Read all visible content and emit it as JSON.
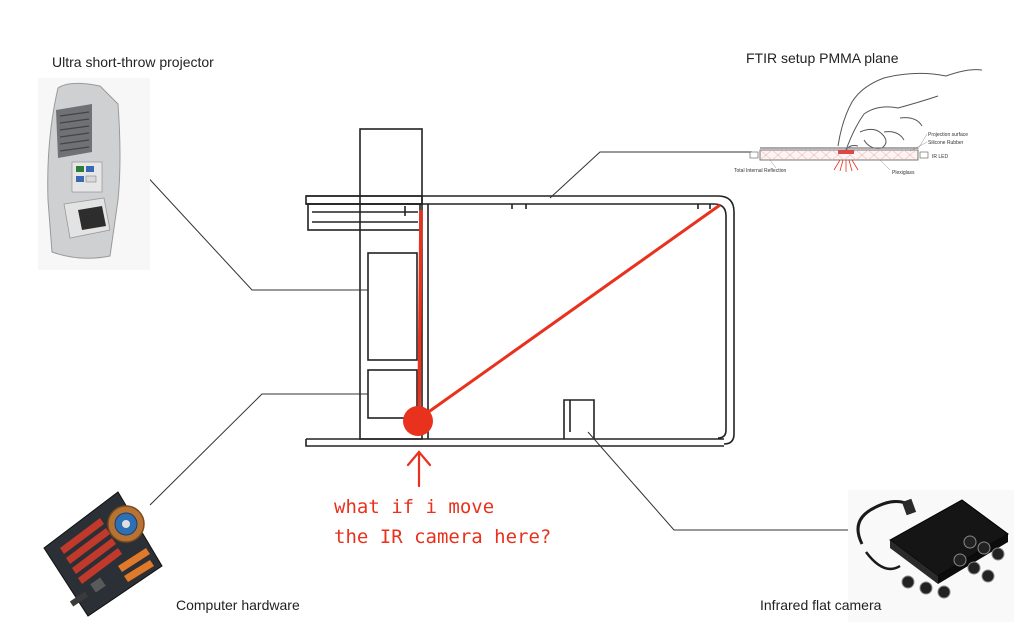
{
  "labels": {
    "projector": "Ultra short-throw projector",
    "ftir": "FTIR setup PMMA plane",
    "computer": "Computer hardware",
    "camera": "Infrared flat camera"
  },
  "annotation": {
    "line1": "what if i move",
    "line2": "the IR camera here?"
  },
  "ftir_detail": {
    "projection_surface": "Projection surface",
    "silicone_rubber": "Silicone Rubber",
    "ir_led": "IR LED",
    "tir": "Total Internal Reflection",
    "plexiglass": "Plexiglass"
  },
  "colors": {
    "annotation": "#e8321e",
    "outline": "#222222",
    "leader": "#333333"
  },
  "icons": [
    "projector-photo",
    "hand-icon",
    "motherboard-photo",
    "ir-camera-photo"
  ]
}
